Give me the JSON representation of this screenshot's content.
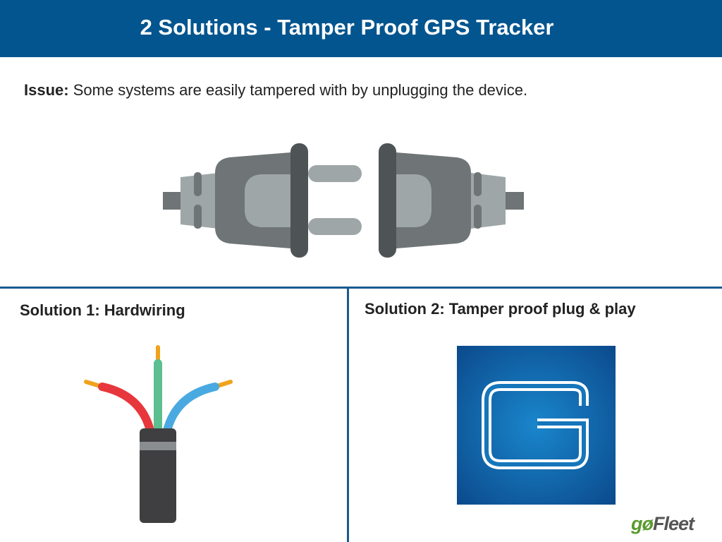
{
  "header": {
    "title": "2 Solutions - Tamper Proof GPS Tracker"
  },
  "issue": {
    "label": "Issue:",
    "text": " Some systems are easily tampered with by unplugging the device."
  },
  "solutions": [
    {
      "title": "Solution 1: Hardwiring"
    },
    {
      "title": "Solution 2: Tamper proof plug & play"
    }
  ],
  "logo": {
    "go": "gø",
    "fleet": "Fleet",
    "go_color": "#5a9a2e",
    "fleet_color": "#555555"
  },
  "colors": {
    "brand": "#03558f"
  }
}
